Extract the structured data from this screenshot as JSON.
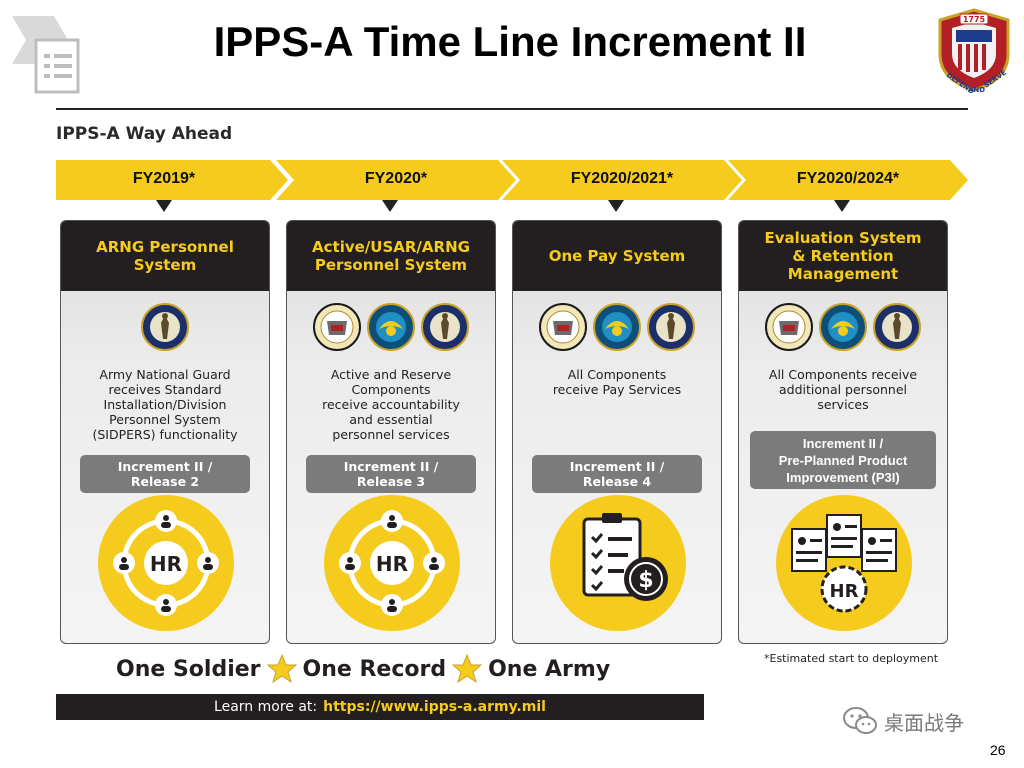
{
  "title": "IPPS-A Time Line Increment II",
  "section_label": "IPPS-A Way Ahead",
  "columns": [
    {
      "fy": "FY2019*",
      "heading": "ARNG Personnel\nSystem",
      "description": "Army National Guard\nreceives Standard\nInstallation/Division\nPersonnel System\n(SIDPERS) functionality",
      "release": "Increment II /\nRelease 2",
      "emblems": [
        "national-guard-emblem"
      ],
      "graphic": "hr-network-icon"
    },
    {
      "fy": "FY2020*",
      "heading": "Active/USAR/ARNG\nPersonnel System",
      "description": "Active and Reserve\nComponents\nreceive accountability\nand essential\npersonnel services",
      "release": "Increment II /\nRelease 3",
      "emblems": [
        "us-army-emblem",
        "army-reserve-emblem",
        "national-guard-emblem"
      ],
      "graphic": "hr-network-icon"
    },
    {
      "fy": "FY2020/2021*",
      "heading": "One Pay System",
      "description": "All Components\nreceive Pay Services",
      "release": "Increment II /\nRelease 4",
      "emblems": [
        "us-army-emblem",
        "army-reserve-emblem",
        "national-guard-emblem"
      ],
      "graphic": "pay-checklist-icon"
    },
    {
      "fy": "FY2020/2024*",
      "heading": "Evaluation System\n& Retention\nManagement",
      "description": "All Components receive\nadditional personnel\nservices",
      "release": "Increment II /\nPre-Planned Product\nImprovement (P3I)",
      "emblems": [
        "us-army-emblem",
        "army-reserve-emblem",
        "national-guard-emblem"
      ],
      "graphic": "hr-evaluation-icon"
    }
  ],
  "slogan": {
    "part1": "One Soldier",
    "part2": "One Record",
    "part3": "One Army"
  },
  "footnote": "*Estimated start to deployment",
  "learn_more": {
    "label": "Learn more at:",
    "url": "https://www.ipps-a.army.mil"
  },
  "watermark": "桌面战争",
  "page_number": "26",
  "seal_text": [
    "1775",
    "DEFEND",
    "AND",
    "SERVE"
  ],
  "colors": {
    "accent": "#f5cb1d",
    "dark": "#231f20",
    "release_gray": "#7b7b7b"
  }
}
